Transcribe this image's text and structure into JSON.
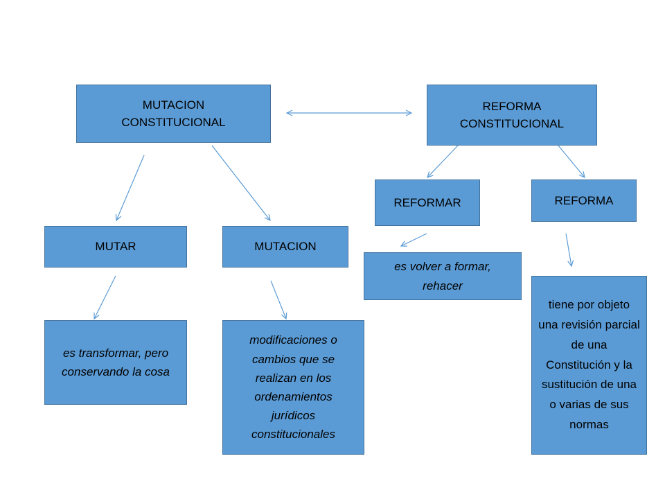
{
  "colors": {
    "box_fill": "#5b9bd5",
    "box_border": "#41719c",
    "arrow": "#5b9bd5"
  },
  "nodes": {
    "mutacion_constitucional": "MUTACION CONSTITUCIONAL",
    "reforma_constitucional": "REFORMA CONSTITUCIONAL",
    "mutar": "MUTAR",
    "mutacion": "MUTACION",
    "reformar": "REFORMAR",
    "reforma": "REFORMA",
    "mutar_def": "es transformar, pero conservando la cosa",
    "mutacion_def": "modificaciones o cambios que se realizan en los ordenamientos jurídicos constitucionales",
    "reformar_def": "es volver a formar, rehacer",
    "reforma_def": "tiene por objeto una revisión parcial de una Constitución y la sustitución de una o varias de sus normas"
  }
}
